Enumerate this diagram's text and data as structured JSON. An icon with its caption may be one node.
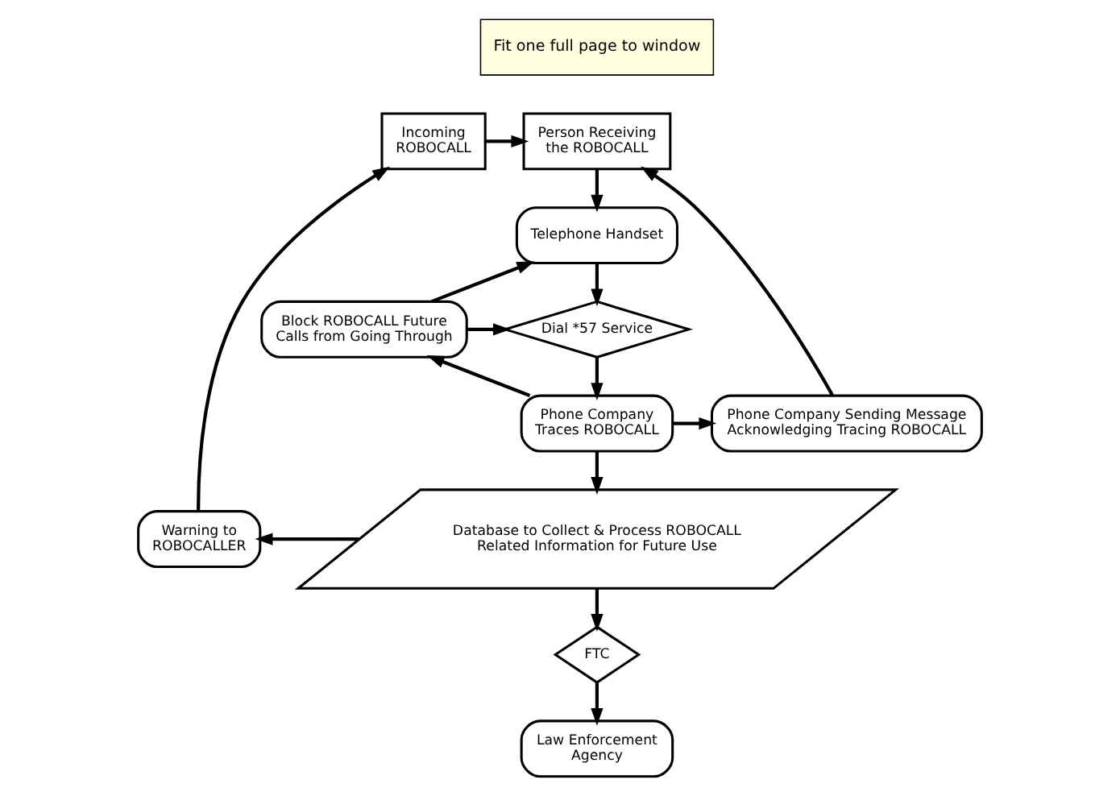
{
  "diagram": {
    "nodes": [
      {
        "text": [
          "Incoming ROBOCALL"
        ]
      },
      {
        "text": [
          "Person Receiving the ROBOCALL"
        ]
      },
      {
        "text": [
          "Telephone Handset"
        ]
      },
      {
        "text": [
          "Block ROBOCALL Future Calls from Going Through"
        ]
      },
      {
        "text": [
          "Dial *57 Service"
        ]
      },
      {
        "text": [
          "Phone Company Traces ROBOCALL"
        ]
      },
      {
        "text": [
          "Phone Company Sending Message Acknowledging Tracing ROBOCALL"
        ]
      },
      {
        "text": [
          "Warning to ROBOCALLER"
        ]
      },
      {
        "text": [
          "Database to Collect & Process ROBOCALL Related Information for Future Use"
        ]
      },
      {
        "text": [
          "FTC"
        ]
      },
      {
        "text": [
          "Law Enforcement Agency"
        ]
      }
    ],
    "edges": [
      {
        "from": 0,
        "to": 1,
        "arrow": "to"
      },
      {
        "from": 1,
        "to": 2,
        "arrow": "to"
      },
      {
        "from": 2,
        "to": 4,
        "arrow": "to"
      },
      {
        "from": 3,
        "to": 2,
        "arrow": "to"
      },
      {
        "from": 3,
        "to": 4,
        "arrow": "to"
      },
      {
        "from": 4,
        "to": 5,
        "arrow": "to"
      },
      {
        "from": 5,
        "to": 3,
        "arrow": "to"
      },
      {
        "from": 5,
        "to": 6,
        "arrow": "to"
      },
      {
        "from": 6,
        "to": 1,
        "arrow": "to"
      },
      {
        "from": 5,
        "to": 8,
        "arrow": "to"
      },
      {
        "from": 8,
        "to": 7,
        "arrow": "to"
      },
      {
        "from": 7,
        "to": 0,
        "arrow": "to"
      },
      {
        "from": 8,
        "to": 9,
        "arrow": "to"
      },
      {
        "from": 9,
        "to": 10,
        "arrow": "to"
      }
    ],
    "labels": [
      "Fit one full page to window"
    ]
  }
}
